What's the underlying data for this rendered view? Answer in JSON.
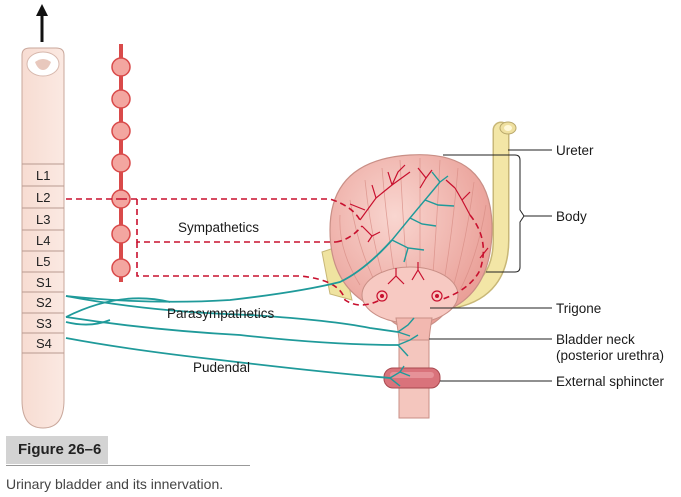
{
  "segments": [
    "L1",
    "L2",
    "L3",
    "L4",
    "L5",
    "S1",
    "S2",
    "S3",
    "S4"
  ],
  "labels": {
    "sympathetics": "Sympathetics",
    "parasympathetics": "Parasympathetics",
    "pudendal": "Pudendal",
    "ureter": "Ureter",
    "body": "Body",
    "trigone": "Trigone",
    "bladder_neck": "Bladder neck",
    "posterior_urethra": "(posterior urethra)",
    "external_sphincter": "External sphincter"
  },
  "figure": {
    "tag": "Figure 26–6",
    "caption": "Urinary bladder and its innervation."
  },
  "colors": {
    "sympathetic": "#c8102e",
    "parasympathetic": "#1f9a9a",
    "bladder": "#f2b8b0",
    "ureter": "#f3e6a6"
  }
}
